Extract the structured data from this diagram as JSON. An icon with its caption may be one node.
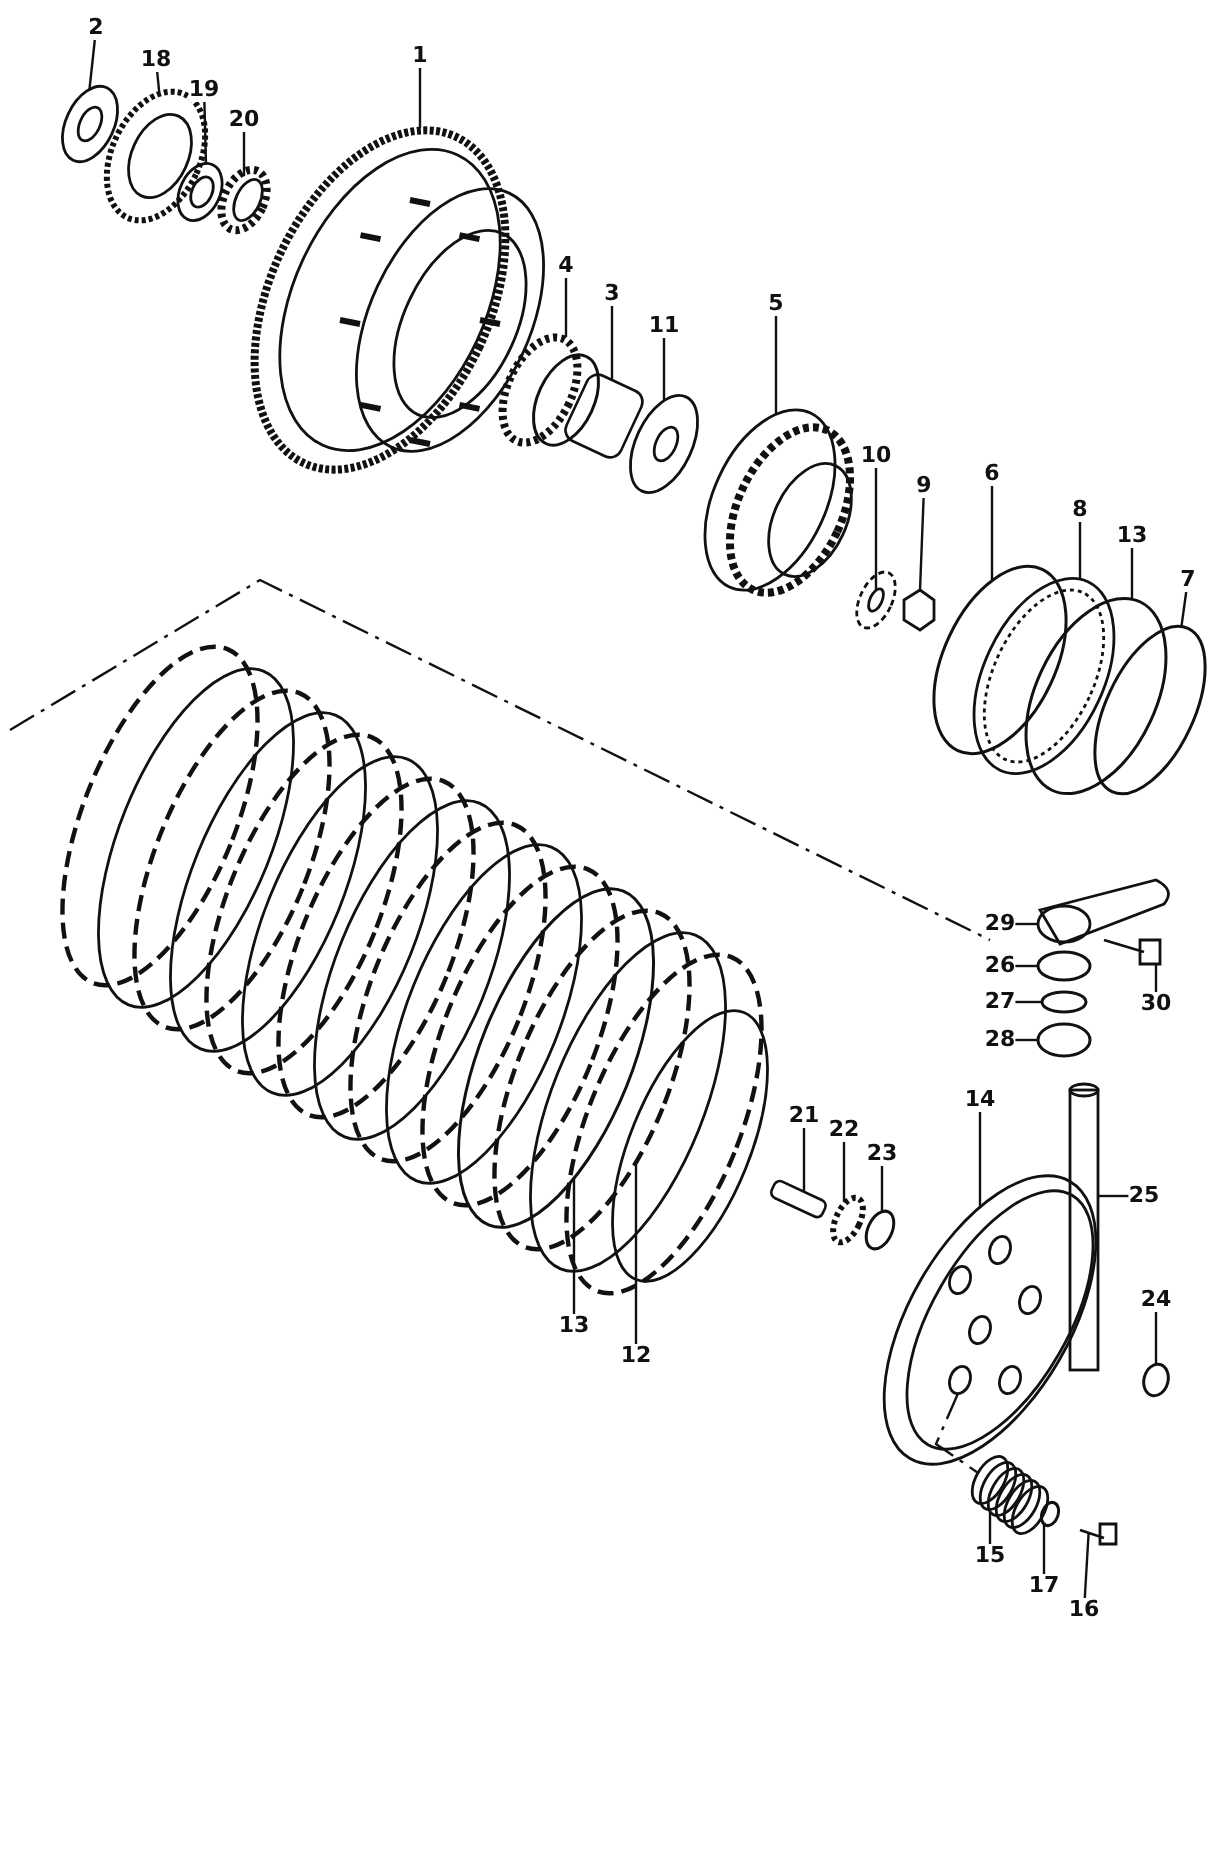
{
  "diagram": {
    "nodes": [
      {
        "text": [
          "2"
        ]
      },
      {
        "text": [
          "18"
        ]
      },
      {
        "text": [
          "19"
        ]
      },
      {
        "text": [
          "20"
        ]
      },
      {
        "text": [
          "1"
        ]
      },
      {
        "text": [
          "4"
        ]
      },
      {
        "text": [
          "3"
        ]
      },
      {
        "text": [
          "11"
        ]
      },
      {
        "text": [
          "5"
        ]
      },
      {
        "text": [
          "10"
        ]
      },
      {
        "text": [
          "9"
        ]
      },
      {
        "text": [
          "6"
        ]
      },
      {
        "text": [
          "8"
        ]
      },
      {
        "text": [
          "13"
        ]
      },
      {
        "text": [
          "7"
        ]
      },
      {
        "text": [
          "29"
        ]
      },
      {
        "text": [
          "26"
        ]
      },
      {
        "text": [
          "27"
        ]
      },
      {
        "text": [
          "28"
        ]
      },
      {
        "text": [
          "30"
        ]
      },
      {
        "text": [
          "14"
        ]
      },
      {
        "text": [
          "21"
        ]
      },
      {
        "text": [
          "22"
        ]
      },
      {
        "text": [
          "23"
        ]
      },
      {
        "text": [
          "25"
        ]
      },
      {
        "text": [
          "24"
        ]
      },
      {
        "text": [
          "13"
        ]
      },
      {
        "text": [
          "12"
        ]
      },
      {
        "text": [
          "15"
        ]
      },
      {
        "text": [
          "17"
        ]
      },
      {
        "text": [
          "16"
        ]
      },
      {
        "text": [],
        "shape": "picture"
      },
      {
        "text": [],
        "shape": "picture"
      },
      {
        "text": [],
        "shape": "picture"
      },
      {
        "text": [],
        "shape": "picture"
      },
      {
        "text": [],
        "shape": "picture"
      },
      {
        "text": [],
        "shape": "circle"
      },
      {
        "text": [],
        "shape": "box"
      },
      {
        "text": [],
        "shape": "picture"
      },
      {
        "text": [],
        "shape": "picture"
      },
      {
        "text": [],
        "shape": "picture"
      },
      {
        "text": [],
        "shape": "picture"
      },
      {
        "text": [],
        "shape": "circle"
      },
      {
        "text": [],
        "shape": "picture"
      },
      {
        "text": [],
        "shape": "circle"
      },
      {
        "text": [],
        "shape": "circle"
      },
      {
        "text": [],
        "shape": "picture"
      },
      {
        "text": [],
        "shape": "circle"
      },
      {
        "text": [],
        "shape": "circle"
      },
      {
        "text": [],
        "shape": "circle"
      },
      {
        "text": [],
        "shape": "picture"
      },
      {
        "text": [],
        "shape": "picture"
      },
      {
        "text": [],
        "shape": "box"
      },
      {
        "text": [],
        "shape": "circle"
      },
      {
        "text": [],
        "shape": "circle"
      },
      {
        "text": [],
        "shape": "picture"
      },
      {
        "text": [],
        "shape": "circle"
      },
      {
        "text": [],
        "shape": "circle"
      },
      {
        "text": [],
        "shape": "circle"
      },
      {
        "text": [],
        "shape": "picture"
      },
      {
        "text": [],
        "shape": "circle"
      },
      {
        "text": [],
        "shape": "picture"
      }
    ],
    "edges": [
      {
        "from": 0,
        "to": 31,
        "arrow": "none"
      },
      {
        "from": 1,
        "to": 32,
        "arrow": "none"
      },
      {
        "from": 2,
        "to": 33,
        "arrow": "none"
      },
      {
        "from": 3,
        "to": 34,
        "arrow": "none"
      },
      {
        "from": 4,
        "to": 35,
        "arrow": "none"
      },
      {
        "from": 5,
        "to": 36,
        "arrow": "none"
      },
      {
        "from": 6,
        "to": 37,
        "arrow": "none"
      },
      {
        "from": 7,
        "to": 38,
        "arrow": "none"
      },
      {
        "from": 8,
        "to": 39,
        "arrow": "none"
      },
      {
        "from": 9,
        "to": 40,
        "arrow": "none"
      },
      {
        "from": 10,
        "to": 41,
        "arrow": "none"
      },
      {
        "from": 11,
        "to": 42,
        "arrow": "none"
      },
      {
        "from": 12,
        "to": 43,
        "arrow": "none"
      },
      {
        "from": 13,
        "to": 44,
        "arrow": "none"
      },
      {
        "from": 14,
        "to": 45,
        "arrow": "none"
      },
      {
        "from": 15,
        "to": 46,
        "arrow": "none"
      },
      {
        "from": 16,
        "to": 47,
        "arrow": "none"
      },
      {
        "from": 17,
        "to": 48,
        "arrow": "none"
      },
      {
        "from": 18,
        "to": 49,
        "arrow": "none"
      },
      {
        "from": 19,
        "to": 50,
        "arrow": "none"
      },
      {
        "from": 20,
        "to": 51,
        "arrow": "none"
      },
      {
        "from": 21,
        "to": 52,
        "arrow": "none"
      },
      {
        "from": 22,
        "to": 53,
        "arrow": "none"
      },
      {
        "from": 23,
        "to": 54,
        "arrow": "none"
      },
      {
        "from": 24,
        "to": 55,
        "arrow": "none"
      },
      {
        "from": 25,
        "to": 56,
        "arrow": "none"
      },
      {
        "from": 26,
        "to": 57,
        "arrow": "none"
      },
      {
        "from": 27,
        "to": 58,
        "arrow": "none"
      },
      {
        "from": 28,
        "to": 59,
        "arrow": "none"
      },
      {
        "from": 29,
        "to": 60,
        "arrow": "none"
      },
      {
        "from": 30,
        "to": 61,
        "arrow": "none"
      },
      {
        "from": 51,
        "to": 59,
        "arrow": "none",
        "style": "dashed"
      }
    ]
  }
}
